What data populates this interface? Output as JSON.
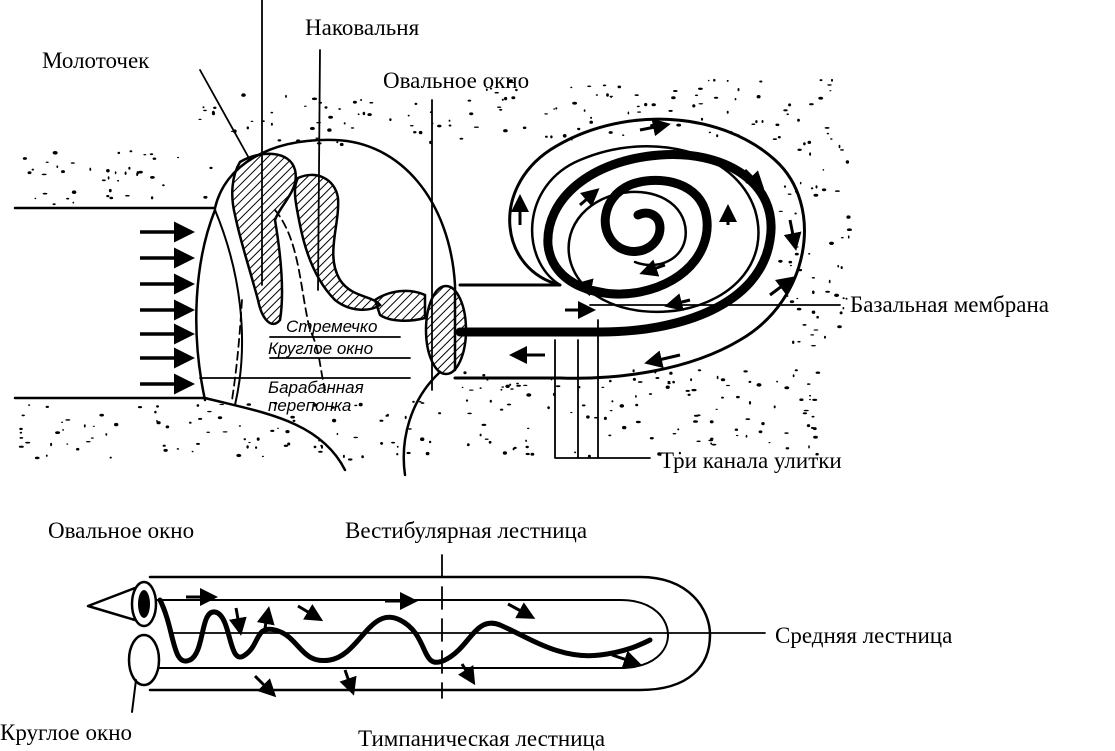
{
  "labels": {
    "malleus": "Молоточек",
    "incus": "Наковальня",
    "oval_window_top": "Овальное окно",
    "basilar_membrane": "Базальная мембрана",
    "three_channels": "Три канала улитки",
    "stapes": "Стремечко",
    "round_window_top": "Круглое окно",
    "eardrum_line1": "Барабанная",
    "eardrum_line2": "перепонка",
    "oval_window_bottom": "Овальное окно",
    "vestibular_scala": "Вестибулярная лестница",
    "middle_scala": "Средняя лестница",
    "round_window_bottom": "Круглое окно",
    "tympanic_scala": "Тимпаническая лестница"
  },
  "colors": {
    "ink": "#000000",
    "background": "#ffffff"
  }
}
